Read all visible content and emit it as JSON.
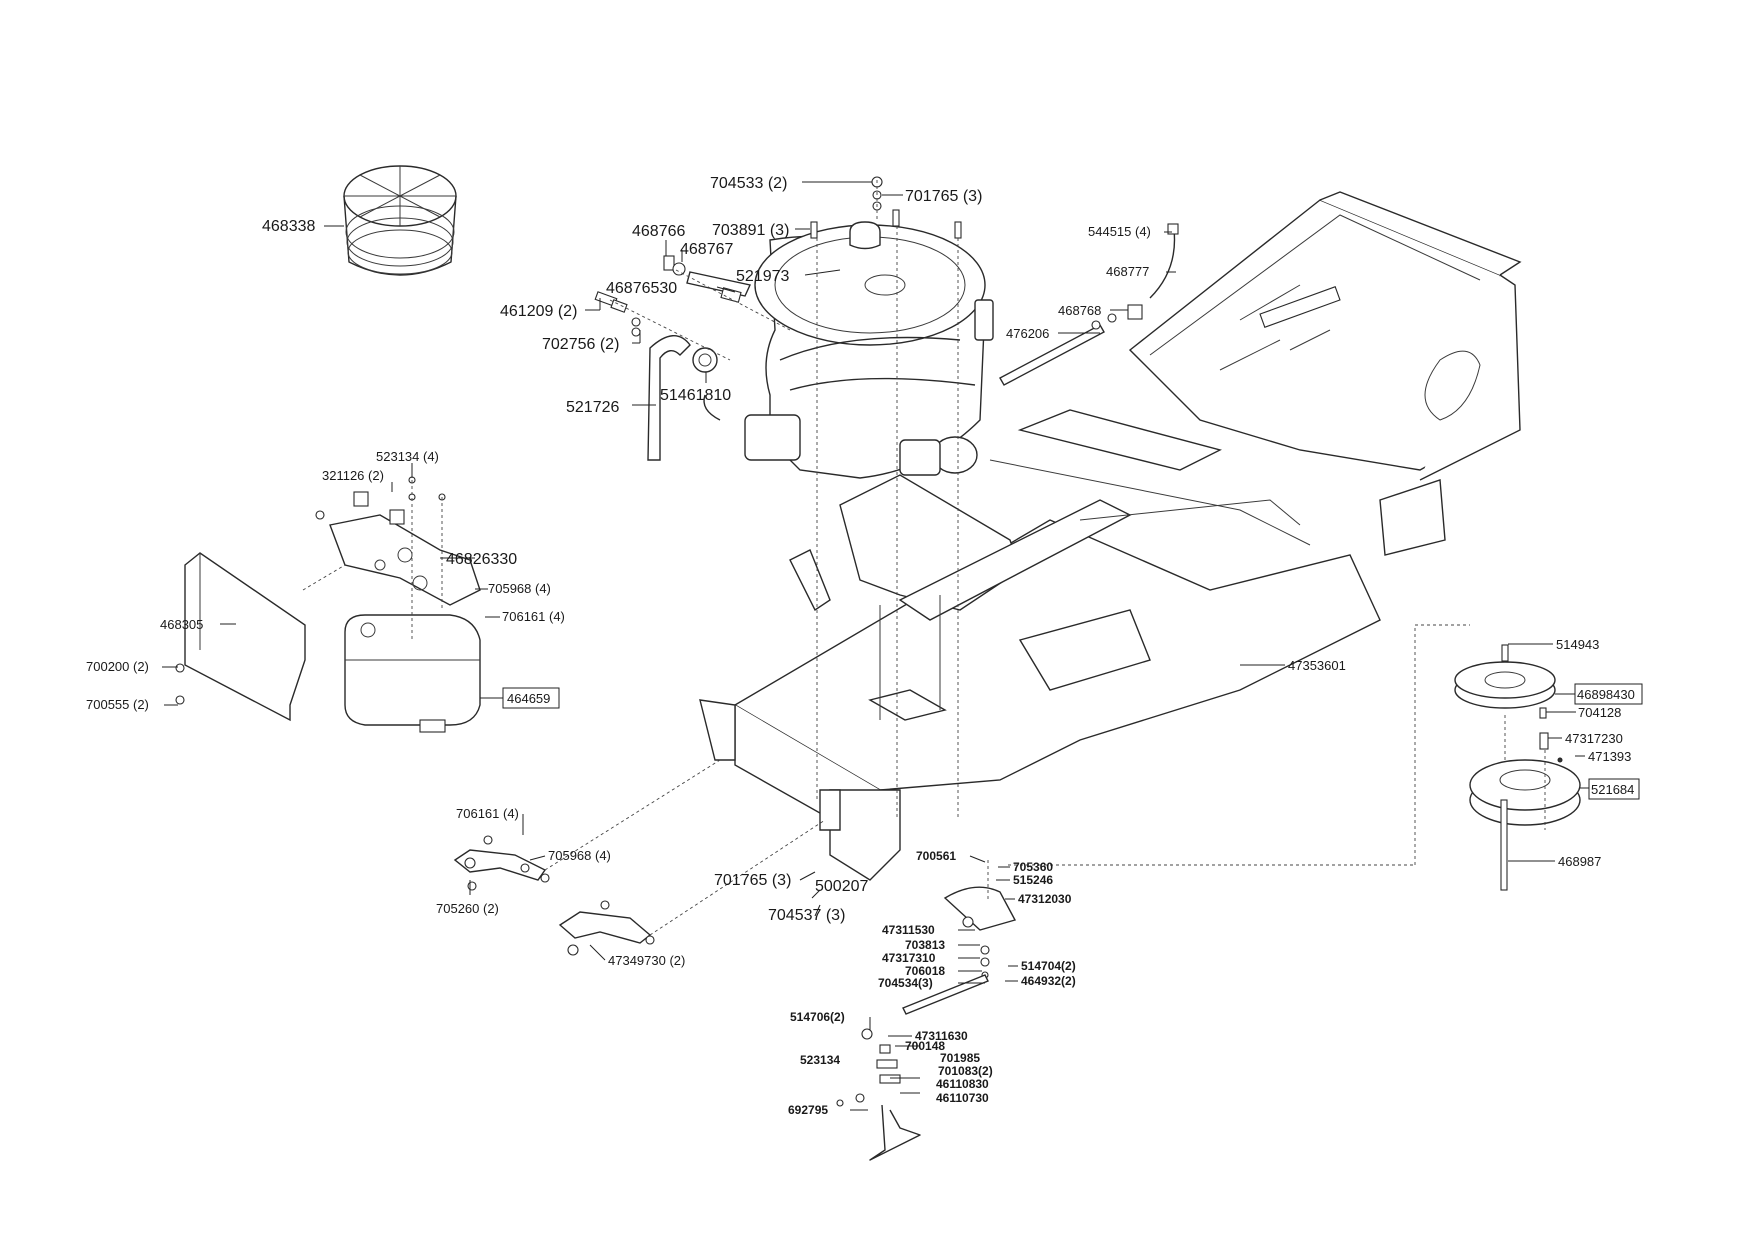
{
  "labels": {
    "p468338": "468338",
    "p704533": "704533 (2)",
    "p701765a": "701765 (3)",
    "p703891": "703891 (3)",
    "p468766": "468766",
    "p468767": "468767",
    "p521973": "521973",
    "p46876530": "46876530",
    "p461209": "461209 (2)",
    "p702756": "702756 (2)",
    "p521726": "521726",
    "p51461810": "51461810",
    "p544515": "544515 (4)",
    "p468777": "468777",
    "p468768": "468768",
    "p476206": "476206",
    "p523134a": "523134 (4)",
    "p321126": "321126 (2)",
    "p46826330": "46826330",
    "p705968a": "705968 (4)",
    "p706161a": "706161 (4)",
    "p468305": "468305",
    "p700200": "700200 (2)",
    "p700555": "700555 (2)",
    "p464659": "464659",
    "p47353601": "47353601",
    "p514943": "514943",
    "p46898430": "46898430",
    "p704128": "704128",
    "p47317230": "47317230",
    "p471393": "471393",
    "p521684": "521684",
    "p468987": "468987",
    "p706161b": "706161 (4)",
    "p705968b": "705968 (4)",
    "p705260": "705260 (2)",
    "p47349730": "47349730 (2)",
    "p701765b": "701765 (3)",
    "p500207": "500207",
    "p704537": "704537 (3)",
    "p700561": "700561",
    "p705360": "705360",
    "p515246": "515246",
    "p47312030": "47312030",
    "p47311530": "47311530",
    "p703813": "703813",
    "p47317310": "47317310",
    "p706018": "706018",
    "p704534": "704534(3)",
    "p514704": "514704(2)",
    "p464932": "464932(2)",
    "p514706": "514706(2)",
    "p47311630": "47311630",
    "p523134b": "523134",
    "p700148": "700148",
    "p701985": "701985",
    "p701083": "701083(2)",
    "p46110830": "46110830",
    "p46110730": "46110730",
    "p692795": "692795"
  }
}
